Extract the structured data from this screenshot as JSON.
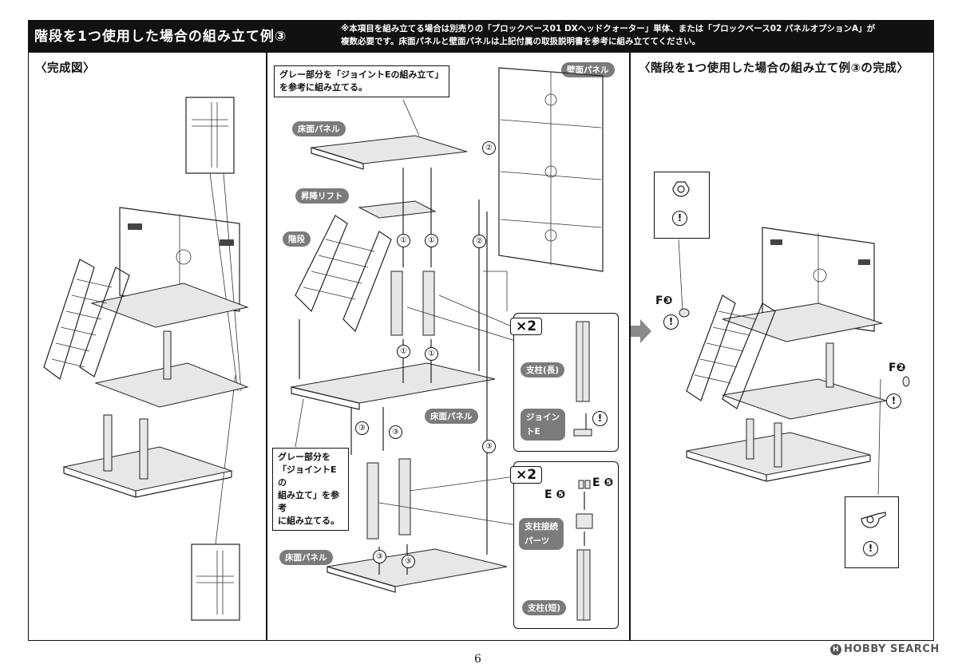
{
  "header": {
    "title": "階段を1つ使用した場合の組み立て例③",
    "note_line1": "※本項目を組み立てる場合は別売りの「ブロックベース01 DXヘッドクォーター」単体、または「ブロックベース02 パネルオプションA」が",
    "note_line2": "複数必要です。床面パネルと壁面パネルは上記付属の取扱説明書を参考に組み立ててください。"
  },
  "left": {
    "title": "〈完成図〉"
  },
  "middle": {
    "callout_top_line1": "グレー部分を「ジョイントEの組み立て」",
    "callout_top_line2": "を参考に組み立てる。",
    "callout_left_line1": "グレー部分を",
    "callout_left_line2": "「ジョイントEの",
    "callout_left_line3": "組み立て」を参考",
    "callout_left_line4": "に組み立てる。",
    "labels": {
      "floor_panel_top": "床面パネル",
      "lift": "昇降リフト",
      "stairs": "階段",
      "wall_panel": "壁面パネル",
      "floor_panel_mid": "床面パネル",
      "floor_panel_bottom": "床面パネル"
    },
    "step_numbers": {
      "one": "①",
      "two": "②",
      "three": "③"
    },
    "box1": {
      "multiplier": "×2",
      "pillar_long": "支柱(長)",
      "joint_e_line1": "ジョイン",
      "joint_e_line2": "トE"
    },
    "box2": {
      "multiplier": "×2",
      "part_e": "E",
      "part_num": "❺",
      "connector_line1": "支柱接続",
      "connector_line2": "パーツ",
      "pillar_short": "支柱(短)"
    }
  },
  "right": {
    "title": "〈階段を1つ使用した場合の組み立て例③の完成〉",
    "f3_letter": "F",
    "f3_num": "❸",
    "f2_letter": "F",
    "f2_num": "❷"
  },
  "attention_mark": "!",
  "page_number": "6",
  "watermark": "HOBBY SEARCH",
  "colors": {
    "header_bg": "#111111",
    "pill_bg": "#7b7b7b",
    "line": "#111111"
  }
}
